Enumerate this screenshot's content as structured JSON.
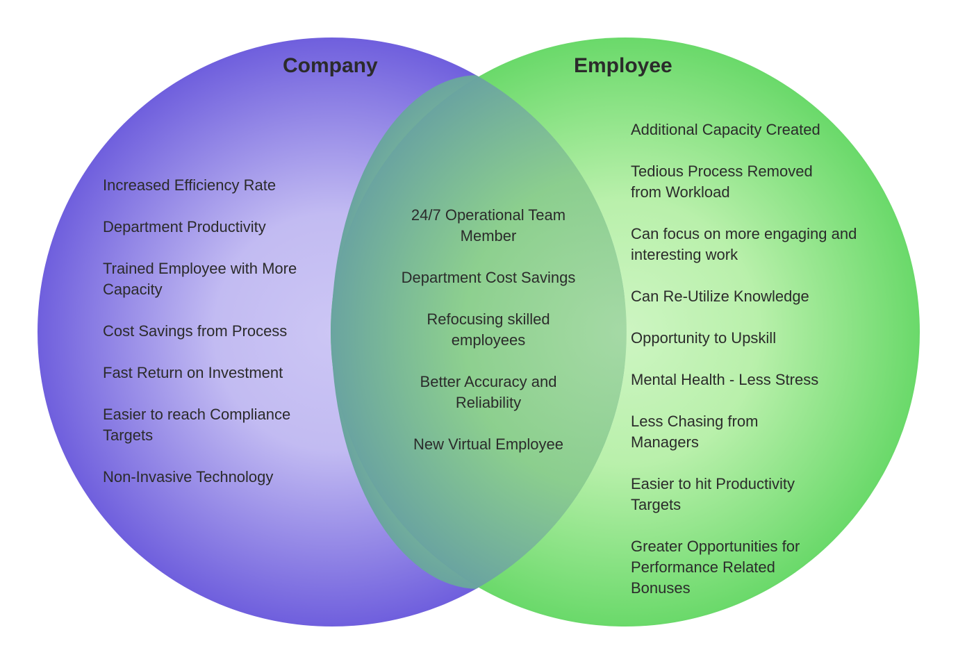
{
  "colors": {
    "company_edge": "#6f5fdd",
    "company_center": "#ccc6f4",
    "employee_edge": "#6ad96a",
    "employee_center": "#cdf5c2",
    "overlap_edge": "#6aa4a0",
    "overlap_center": "#a8dca6",
    "text": "#2b2b2b"
  },
  "company": {
    "title": "Company",
    "items": [
      "Increased Efficiency Rate",
      "Department Productivity",
      "Trained Employee with More Capacity",
      "Cost Savings from Process",
      "Fast Return on Investment",
      "Easier to reach Compliance Targets",
      "Non-Invasive Technology"
    ]
  },
  "overlap": {
    "items": [
      "24/7 Operational Team Member",
      "Department Cost Savings",
      "Refocusing skilled employees",
      "Better Accuracy and Reliability",
      "New Virtual Employee"
    ]
  },
  "employee": {
    "title": "Employee",
    "items": [
      "Additional Capacity Created",
      "Tedious Process Removed from Workload",
      "Can focus on more engaging and interesting work",
      "Can Re-Utilize Knowledge",
      "Opportunity to Upskill",
      "Mental Health - Less Stress",
      "Less Chasing from Managers",
      "Easier to hit Productivity Targets",
      "Greater Opportunities for Performance Related Bonuses"
    ]
  }
}
